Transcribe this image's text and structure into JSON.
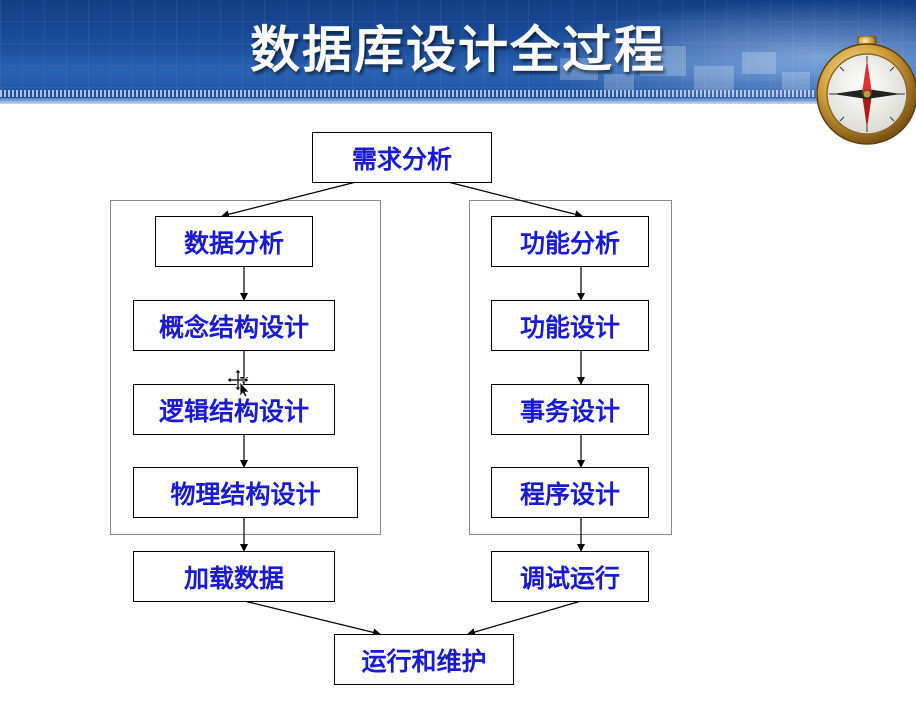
{
  "slide": {
    "title": "数据库设计全过程"
  },
  "diagram": {
    "top": "需求分析",
    "left_column": [
      "数据分析",
      "概念结构设计",
      "逻辑结构设计",
      "物理结构设计"
    ],
    "right_column": [
      "功能分析",
      "功能设计",
      "事务设计",
      "程序设计"
    ],
    "left_output": "加载数据",
    "right_output": "调试运行",
    "bottom": "运行和维护"
  },
  "colors": {
    "node_text": "#1a1ad0",
    "header_blue": "#1c4f9c",
    "arrow": "#000000",
    "frame": "#8a8a8a"
  },
  "icons": {
    "header_ornament": "compass-icon",
    "pointer": "move-cursor-icon"
  }
}
